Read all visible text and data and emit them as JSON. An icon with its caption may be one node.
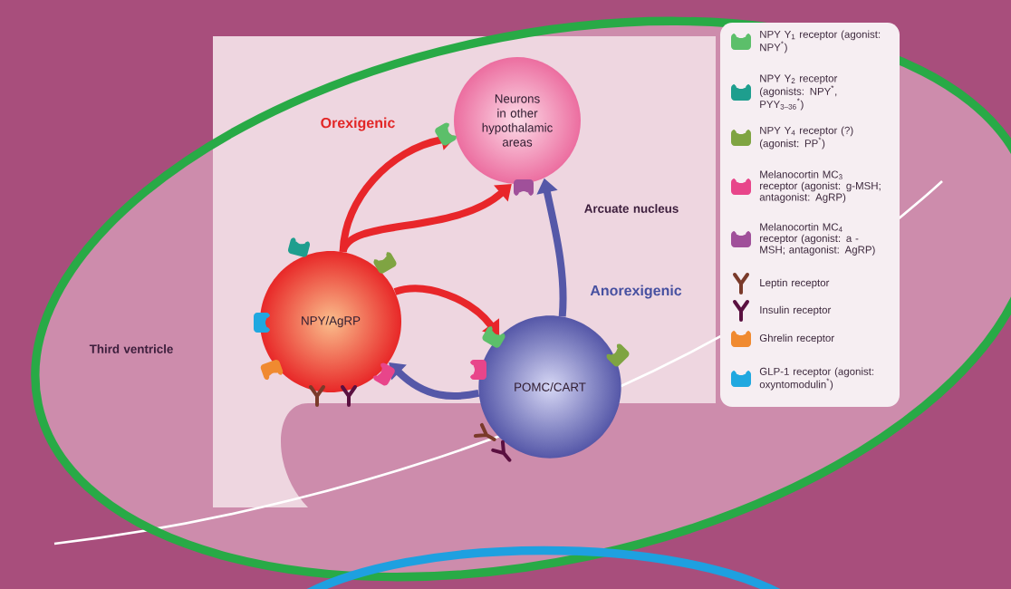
{
  "diagram": {
    "nodes": [
      {
        "text": [
          "Neurons in other hypothalamic areas"
        ]
      },
      {
        "text": [
          "NPY/AgRP"
        ]
      },
      {
        "text": [
          "POMC/CART"
        ]
      }
    ],
    "edges": [
      {
        "from": 1,
        "to": 0,
        "arrow": "to"
      },
      {
        "from": 1,
        "to": 0,
        "arrow": "to"
      },
      {
        "from": 1,
        "to": 2,
        "arrow": "to"
      },
      {
        "from": 2,
        "to": 0,
        "arrow": "to",
        "color": "#5558a8"
      },
      {
        "from": 2,
        "to": 1,
        "arrow": "to",
        "color": "#5558a8"
      }
    ],
    "labels": [
      "Orexigenic",
      "Arcuate nucleus",
      "Anorexigenic",
      "Third ventricle"
    ],
    "legend": [
      {
        "text": "NPY Y$_{1}$ receptor (agonist: NPY$^{*}$)",
        "color": "#5cbf6a"
      },
      {
        "text": "NPY Y$_{2}$ receptor (agonists: NPY$^{*}$, PYY$_{3–36}$$^{*}$)",
        "color": "#1e9e8e"
      },
      {
        "text": "NPY Y$_{4}$ receptor (?) (agonist: PP$^{*}$)",
        "color": "#7fa442"
      },
      {
        "text": "Melanocortin MC$_{3}$ receptor (agonist: g-MSH; antagonist: AgRP)",
        "color": "#e8458a"
      },
      {
        "text": "Melanocortin MC$_{4}$ receptor (agonist: a -MSH; antagonist: AgRP)",
        "color": "#a0509a"
      },
      {
        "text": "Leptin receptor",
        "color": "#7a3a2a"
      },
      {
        "text": "Insulin receptor",
        "color": "#5a1040"
      },
      {
        "text": "Ghrelin receptor",
        "color": "#f08a30"
      },
      {
        "text": "GLP-1 receptor (agonist: oxyntomodulin$^{*}$)",
        "color": "#20a8e0"
      }
    ]
  }
}
